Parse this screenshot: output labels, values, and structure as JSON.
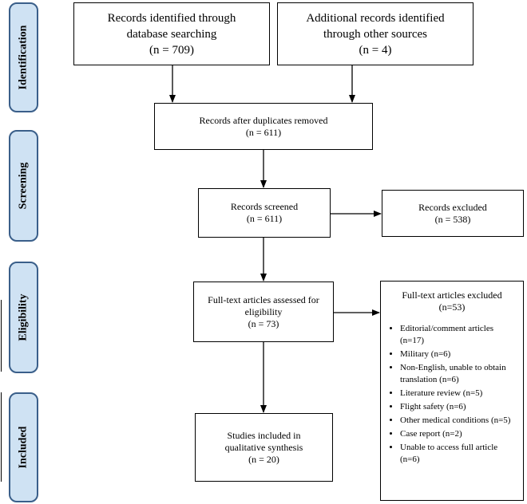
{
  "stages": {
    "identification": "Identification",
    "screening": "Screening",
    "eligibility": "Eligibility",
    "included": "Included"
  },
  "boxes": {
    "database": {
      "line1": "Records identified through",
      "line2": "database searching",
      "line3": "(n = 709)"
    },
    "other_sources": {
      "line1": "Additional records identified",
      "line2": "through other sources",
      "line3": "(n = 4)"
    },
    "duplicates_removed": {
      "line1": "Records after duplicates removed",
      "line2": "(n = 611)"
    },
    "screened": {
      "line1": "Records screened",
      "line2": "(n = 611)"
    },
    "records_excluded": {
      "line1": "Records excluded",
      "line2": "(n = 538)"
    },
    "fulltext_assessed": {
      "line1": "Full-text articles assessed for",
      "line2": "eligibility",
      "line3": "(n = 73)"
    },
    "included": {
      "line1": "Studies included in",
      "line2": "qualitative synthesis",
      "line3": "(n = 20)"
    }
  },
  "fulltext_excluded": {
    "title": "Full-text articles excluded",
    "count": "(n=53)",
    "reasons": [
      "Editorial/comment articles (n=17)",
      "Military (n=6)",
      "Non-English, unable to obtain translation (n=6)",
      "Literature review (n=5)",
      "Flight safety (n=6)",
      "Other medical conditions (n=5)",
      "Case report (n=2)",
      "Unable to access full article (n=6)"
    ]
  }
}
